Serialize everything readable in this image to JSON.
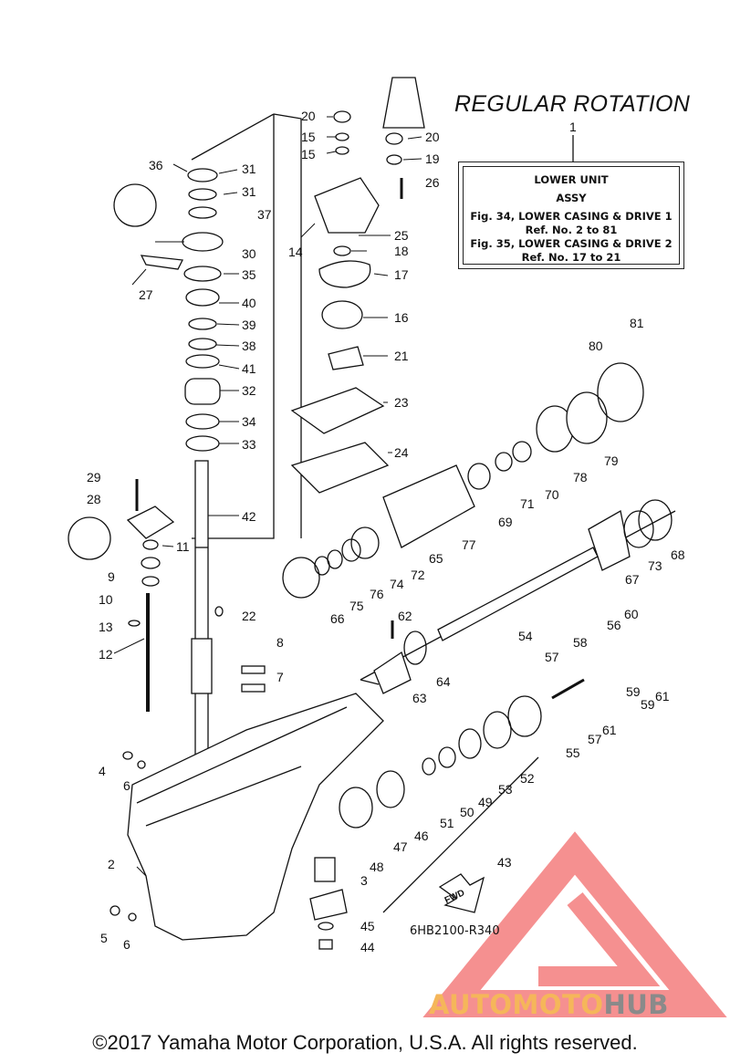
{
  "diagram": {
    "title": "REGULAR ROTATION",
    "reference_box": {
      "callout": "1",
      "lines": [
        "LOWER UNIT",
        "ASSY",
        "Fig. 34, LOWER CASING & DRIVE 1",
        "Ref. No. 2 to 81",
        "Fig. 35, LOWER CASING & DRIVE 2",
        "Ref. No. 17 to 21"
      ]
    },
    "diagram_code": "6HB2100-R340",
    "fwd_label": "FWD",
    "part_numbers": [
      "2",
      "3",
      "4",
      "5",
      "6",
      "6",
      "7",
      "8",
      "9",
      "10",
      "11",
      "12",
      "13",
      "14",
      "15",
      "15",
      "16",
      "17",
      "18",
      "19",
      "20",
      "20",
      "21",
      "22",
      "23",
      "24",
      "25",
      "26",
      "27",
      "28",
      "29",
      "30",
      "31",
      "31",
      "32",
      "33",
      "34",
      "35",
      "36",
      "37",
      "38",
      "39",
      "40",
      "41",
      "42",
      "43",
      "44",
      "45",
      "46",
      "47",
      "48",
      "49",
      "50",
      "51",
      "52",
      "53",
      "54",
      "55",
      "56",
      "57",
      "57",
      "58",
      "59",
      "59",
      "60",
      "61",
      "61",
      "62",
      "63",
      "64",
      "65",
      "66",
      "67",
      "68",
      "69",
      "70",
      "71",
      "72",
      "73",
      "74",
      "75",
      "76",
      "77",
      "78",
      "79",
      "80",
      "81"
    ]
  },
  "watermark": {
    "part1": "AUTOMOTO",
    "part2": "HUB",
    "logo_color": "#f26b6b"
  },
  "footer": {
    "copyright": "©2017 Yamaha Motor Corporation, U.S.A. All rights reserved."
  }
}
